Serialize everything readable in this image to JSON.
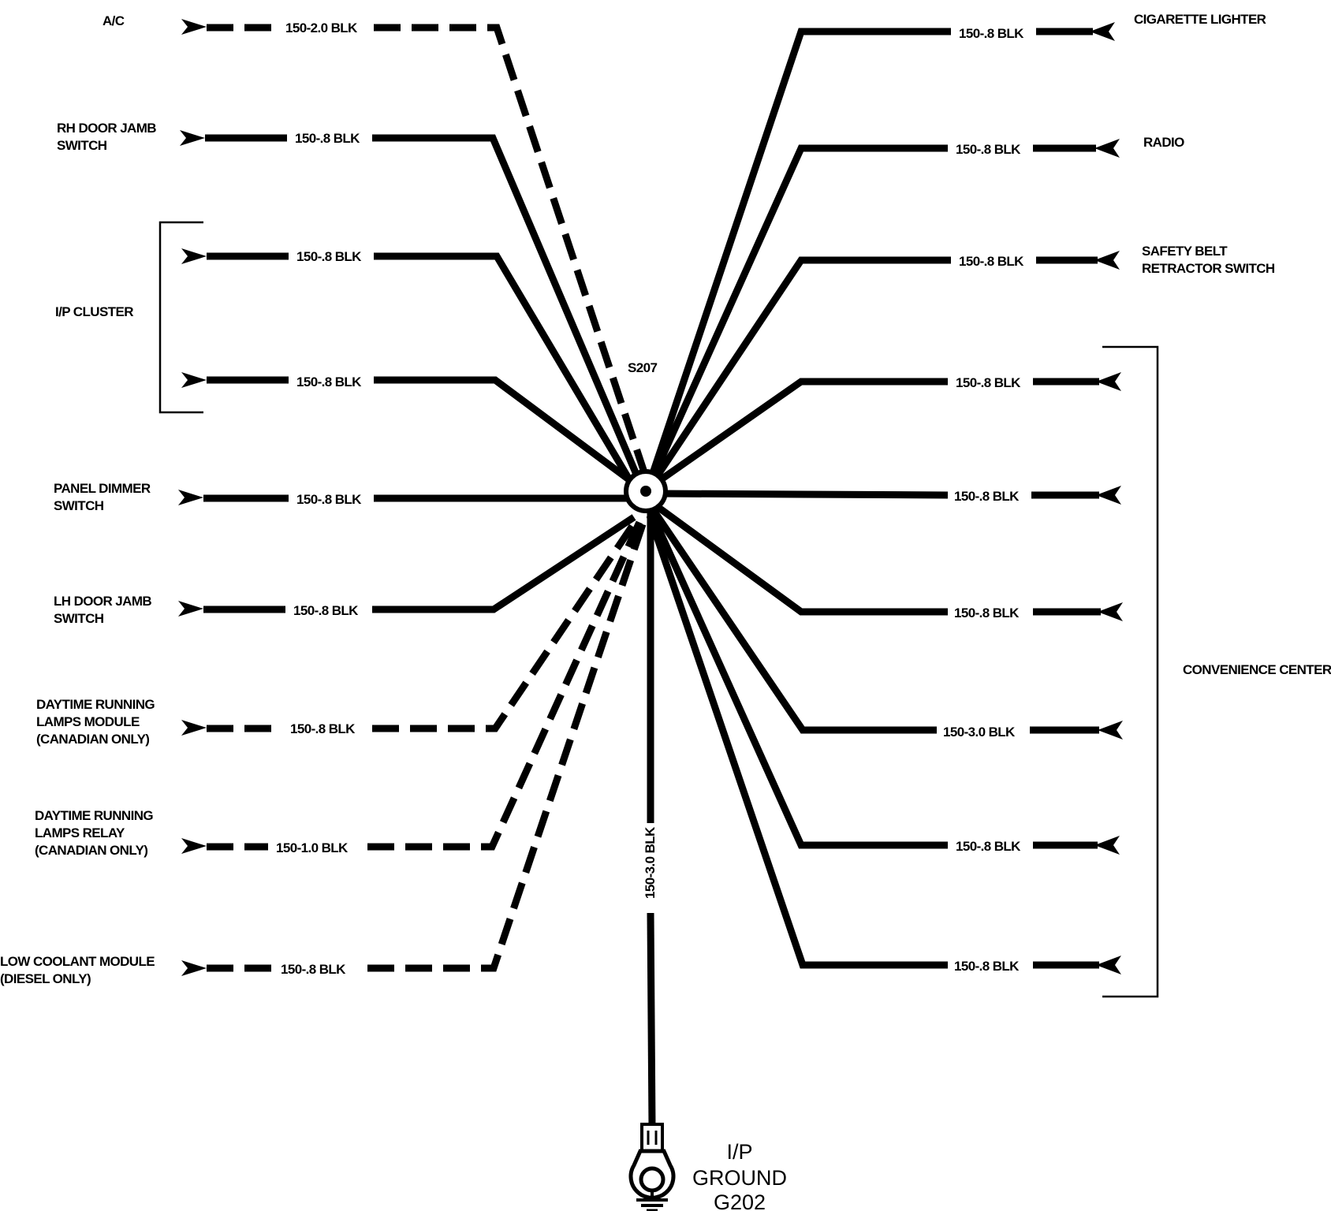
{
  "splice": {
    "label": "S207"
  },
  "ground": {
    "label_line1": "I/P",
    "label_line2": "GROUND",
    "label_line3": "G202",
    "wire_label": "150-3.0 BLK"
  },
  "left_wires": [
    {
      "id": "ac",
      "component": [
        "A/C"
      ],
      "wire": "150-2.0 BLK",
      "dashed": true
    },
    {
      "id": "rh-door-jamb",
      "component": [
        "RH DOOR JAMB",
        "SWITCH"
      ],
      "wire": "150-.8 BLK",
      "dashed": false
    },
    {
      "id": "ip-cluster-1",
      "component": [],
      "wire": "150-.8 BLK",
      "dashed": false
    },
    {
      "id": "ip-cluster-2",
      "component": [],
      "wire": "150-.8 BLK",
      "dashed": false
    },
    {
      "id": "panel-dimmer",
      "component": [
        "PANEL DIMMER",
        "SWITCH"
      ],
      "wire": "150-.8 BLK",
      "dashed": false
    },
    {
      "id": "lh-door-jamb",
      "component": [
        "LH DOOR JAMB",
        "SWITCH"
      ],
      "wire": "150-.8 BLK",
      "dashed": false
    },
    {
      "id": "drl-module",
      "component": [
        "DAYTIME RUNNING",
        "LAMPS MODULE",
        "(CANADIAN ONLY)"
      ],
      "wire": "150-.8 BLK",
      "dashed": true
    },
    {
      "id": "drl-relay",
      "component": [
        "DAYTIME RUNNING",
        "LAMPS RELAY",
        "(CANADIAN ONLY)"
      ],
      "wire": "150-1.0 BLK",
      "dashed": true
    },
    {
      "id": "low-coolant",
      "component": [
        "LOW COOLANT MODULE",
        "(DIESEL ONLY)"
      ],
      "wire": "150-.8 BLK",
      "dashed": true
    }
  ],
  "left_groups": [
    {
      "label": "I/P CLUSTER"
    }
  ],
  "right_wires": [
    {
      "id": "cigarette-lighter",
      "component": [
        "CIGARETTE LIGHTER"
      ],
      "wire": "150-.8 BLK"
    },
    {
      "id": "radio",
      "component": [
        "RADIO"
      ],
      "wire": "150-.8 BLK"
    },
    {
      "id": "safety-belt",
      "component": [
        "SAFETY BELT",
        "RETRACTOR SWITCH"
      ],
      "wire": "150-.8 BLK"
    },
    {
      "id": "conv-1",
      "component": [],
      "wire": "150-.8 BLK"
    },
    {
      "id": "conv-2",
      "component": [],
      "wire": "150-.8 BLK"
    },
    {
      "id": "conv-3",
      "component": [],
      "wire": "150-.8 BLK"
    },
    {
      "id": "conv-4",
      "component": [],
      "wire": "150-3.0 BLK"
    },
    {
      "id": "conv-5",
      "component": [],
      "wire": "150-.8 BLK"
    },
    {
      "id": "conv-6",
      "component": [],
      "wire": "150-.8 BLK"
    }
  ],
  "right_groups": [
    {
      "label": "CONVENIENCE CENTER"
    }
  ]
}
